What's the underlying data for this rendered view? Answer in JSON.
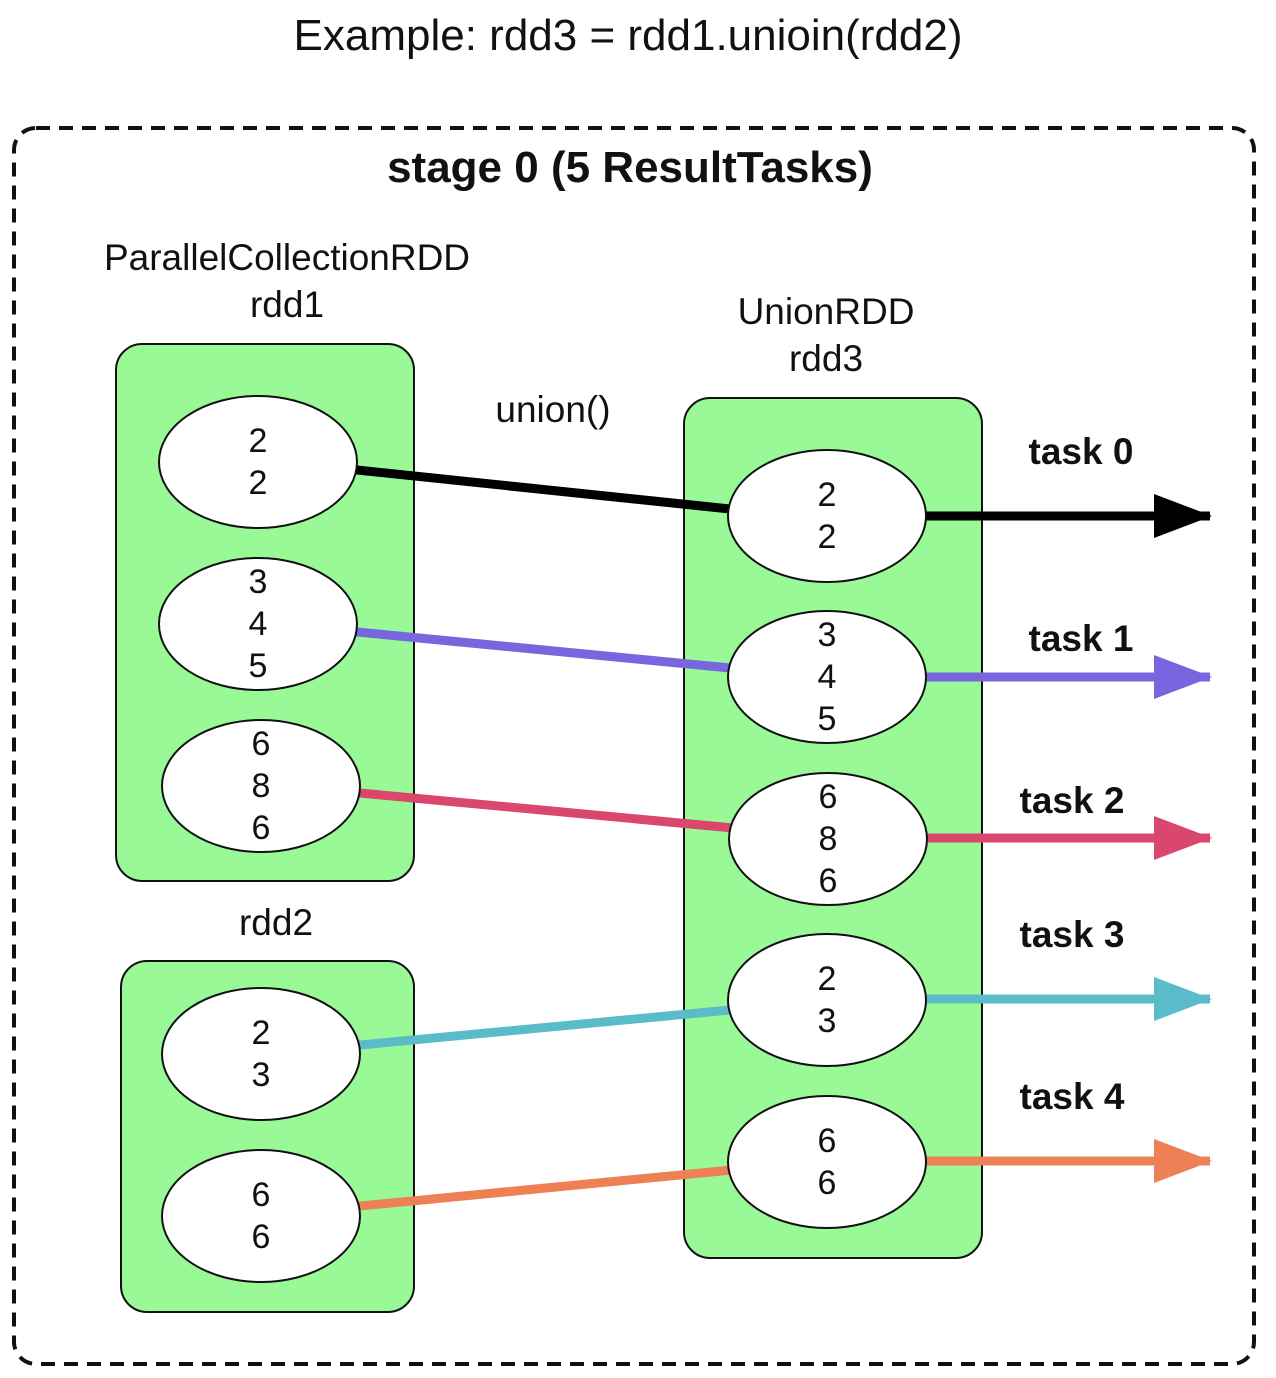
{
  "title": "Example: rdd3 = rdd1.unioin(rdd2)",
  "stage": {
    "label": "stage 0 (5 ResultTasks)"
  },
  "rdd1": {
    "type_label": "ParallelCollectionRDD",
    "name": "rdd1",
    "partitions": [
      [
        "2",
        "2"
      ],
      [
        "3",
        "4",
        "5"
      ],
      [
        "6",
        "8",
        "6"
      ]
    ]
  },
  "rdd2": {
    "name": "rdd2",
    "partitions": [
      [
        "2",
        "3"
      ],
      [
        "6",
        "6"
      ]
    ]
  },
  "rdd3": {
    "type_label": "UnionRDD",
    "name": "rdd3",
    "partitions": [
      [
        "2",
        "2"
      ],
      [
        "3",
        "4",
        "5"
      ],
      [
        "6",
        "8",
        "6"
      ],
      [
        "2",
        "3"
      ],
      [
        "6",
        "6"
      ]
    ]
  },
  "operation": "union()",
  "tasks": [
    {
      "label": "task 0",
      "color": "#000000"
    },
    {
      "label": "task 1",
      "color": "#7766dd"
    },
    {
      "label": "task 2",
      "color": "#d9466e"
    },
    {
      "label": "task 3",
      "color": "#5bbcc9"
    },
    {
      "label": "task 4",
      "color": "#ee8055"
    }
  ],
  "colors": {
    "rdd_fill": "#99f997",
    "partition_fill": "#ffffff",
    "border": "#111111"
  }
}
